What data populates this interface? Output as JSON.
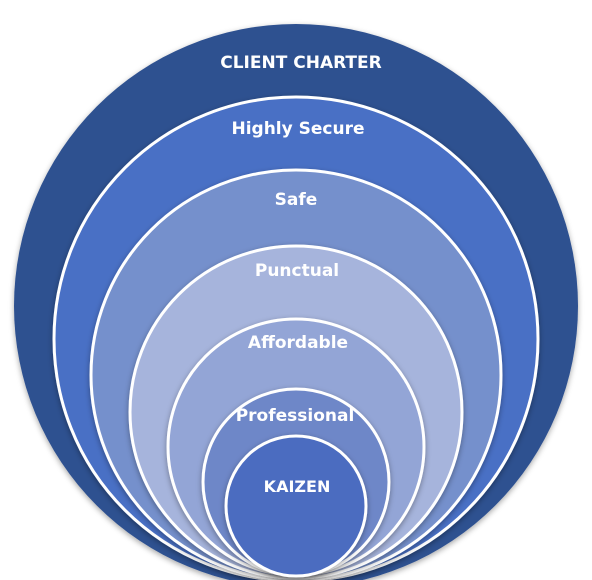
{
  "diagram": {
    "type": "nested-circles",
    "rings": [
      {
        "label": "CLIENT CHARTER",
        "color": "#2f5190"
      },
      {
        "label": "Highly Secure",
        "color": "#4a6fc5"
      },
      {
        "label": "Safe",
        "color": "#7590cc"
      },
      {
        "label": "Punctual",
        "color": "#a6b4dc"
      },
      {
        "label": "Affordable",
        "color": "#93a5d6"
      },
      {
        "label": "Professional",
        "color": "#6e87c8"
      },
      {
        "label": "KAIZEN",
        "color": "#4b6cc0"
      }
    ],
    "ring_border_color": "#ffffff"
  }
}
